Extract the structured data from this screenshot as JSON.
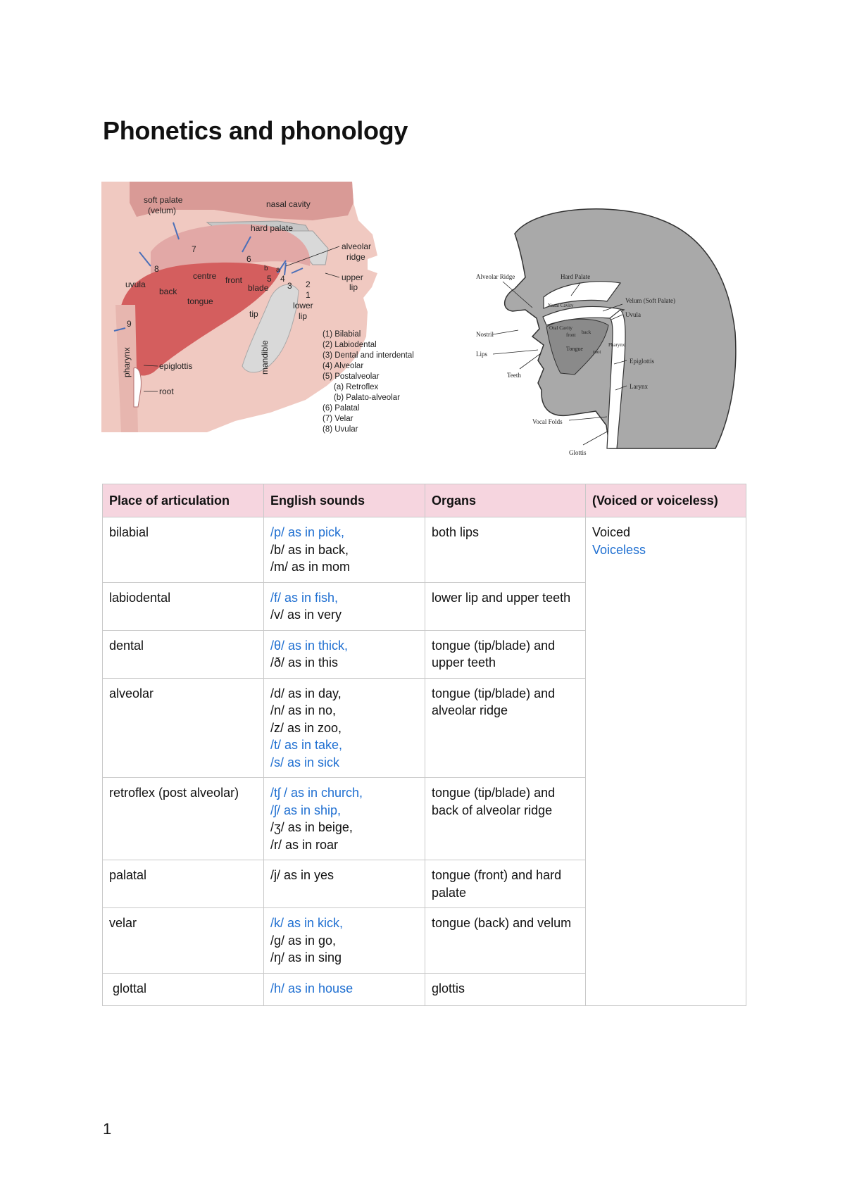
{
  "title": "Phonetics and phonology",
  "page_number": "1",
  "colors": {
    "accent_blue": "#1f6fd1",
    "header_pink": "#f6d5df"
  },
  "diagram_left": {
    "labels": {
      "soft_palate": "soft palate",
      "velum": "(velum)",
      "nasal_cavity": "nasal cavity",
      "hard_palate": "hard palate",
      "alveolar": "alveolar",
      "ridge": "ridge",
      "upper": "upper",
      "lip": "lip",
      "lower": "lower",
      "lower_lip": "lip",
      "uvula": "uvula",
      "centre": "centre",
      "front": "front",
      "back": "back",
      "blade": "blade",
      "tongue": "tongue",
      "tip": "tip",
      "pharynx": "pharynx",
      "epiglottis": "epiglottis",
      "root": "root",
      "mandible": "mandible"
    },
    "numbers": [
      "1",
      "2",
      "3",
      "4",
      "5",
      "6",
      "7",
      "8",
      "9",
      "a",
      "b"
    ],
    "legend": [
      "(1) Bilabial",
      "(2) Labiodental",
      "(3) Dental and interdental",
      "(4) Alveolar",
      "(5) Postalveolar",
      "(a) Retroflex",
      "(b) Palato-alveolar",
      "(6) Palatal",
      "(7) Velar",
      "(8) Uvular"
    ]
  },
  "diagram_right": {
    "labels": {
      "alveolar_ridge": "Alveolar Ridge",
      "hard_palate": "Hard Palate",
      "velum": "Velum (Soft Palate)",
      "uvula": "Uvula",
      "nasal_cavity": "Nasal Cavity",
      "oral_cavity": "Oral Cavity",
      "front": "front",
      "back": "back",
      "tongue": "Tongue",
      "root": "root",
      "pharynx": "Pharynx",
      "nostril": "Nostril",
      "lips": "Lips",
      "teeth": "Teeth",
      "epiglottis": "Epiglottis",
      "larynx": "Larynx",
      "vocal_folds": "Vocal Folds",
      "glottis": "Glottis"
    }
  },
  "table": {
    "headers": [
      "Place of articulation",
      "English sounds",
      "Organs",
      "(Voiced or voiceless)"
    ],
    "voicing": {
      "voiced": "Voiced",
      "voiceless": "Voiceless"
    },
    "rows": [
      {
        "place": "bilabial",
        "organs": "both lips",
        "sounds": [
          {
            "text": "/p/ as in pick,",
            "voiceless": true
          },
          {
            "text": "/b/ as in back,",
            "voiceless": false
          },
          {
            "text": "/m/ as in mom",
            "voiceless": false
          }
        ]
      },
      {
        "place": "labiodental",
        "organs": "lower lip and upper teeth",
        "sounds": [
          {
            "text": "/f/ as in fish,",
            "voiceless": true
          },
          {
            "text": "/v/ as in very",
            "voiceless": false
          }
        ]
      },
      {
        "place": "dental",
        "organs": "tongue (tip/blade) and upper teeth",
        "sounds": [
          {
            "text": "/θ/ as in thick,",
            "voiceless": true
          },
          {
            "text": "/ð/ as in this",
            "voiceless": false
          }
        ]
      },
      {
        "place": "alveolar",
        "organs": "tongue (tip/blade) and alveolar ridge",
        "sounds": [
          {
            "text": "/d/ as in day,",
            "voiceless": false
          },
          {
            "text": "/n/ as in no,",
            "voiceless": false
          },
          {
            "text": "/z/ as in zoo,",
            "voiceless": false
          },
          {
            "text": "/t/ as in take,",
            "voiceless": true
          },
          {
            "text": "/s/ as in sick",
            "voiceless": true
          }
        ]
      },
      {
        "place": "retroflex (post alveolar)",
        "organs": "tongue (tip/blade) and back of alveolar ridge",
        "sounds": [
          {
            "text": "/tʃ / as in church,",
            "voiceless": true
          },
          {
            "text": "/ʃ/ as in ship,",
            "voiceless": true
          },
          {
            "text": "/ʒ/ as in beige,",
            "voiceless": false
          },
          {
            "text": "/r/ as in roar",
            "voiceless": false
          }
        ]
      },
      {
        "place": "palatal",
        "organs": "tongue (front) and hard palate",
        "sounds": [
          {
            "text": "/j/ as in yes",
            "voiceless": false
          }
        ]
      },
      {
        "place": "velar",
        "organs": "tongue (back) and velum",
        "sounds": [
          {
            "text": "/k/ as in kick,",
            "voiceless": true
          },
          {
            "text": "/g/ as in go,",
            "voiceless": false
          },
          {
            "text": "/ŋ/ as in sing",
            "voiceless": false
          }
        ]
      },
      {
        "place": " glottal",
        "organs": "glottis",
        "sounds": [
          {
            "text": "/h/ as in house",
            "voiceless": true
          }
        ]
      }
    ]
  }
}
